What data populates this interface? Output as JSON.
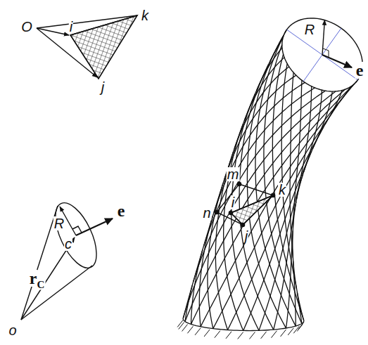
{
  "diagram": {
    "labels": [
      "O",
      "i",
      "k",
      "j",
      "R",
      "c",
      "e",
      "r",
      "C",
      "o",
      "m",
      "n",
      "i",
      "k",
      "j",
      "R",
      "e"
    ]
  }
}
